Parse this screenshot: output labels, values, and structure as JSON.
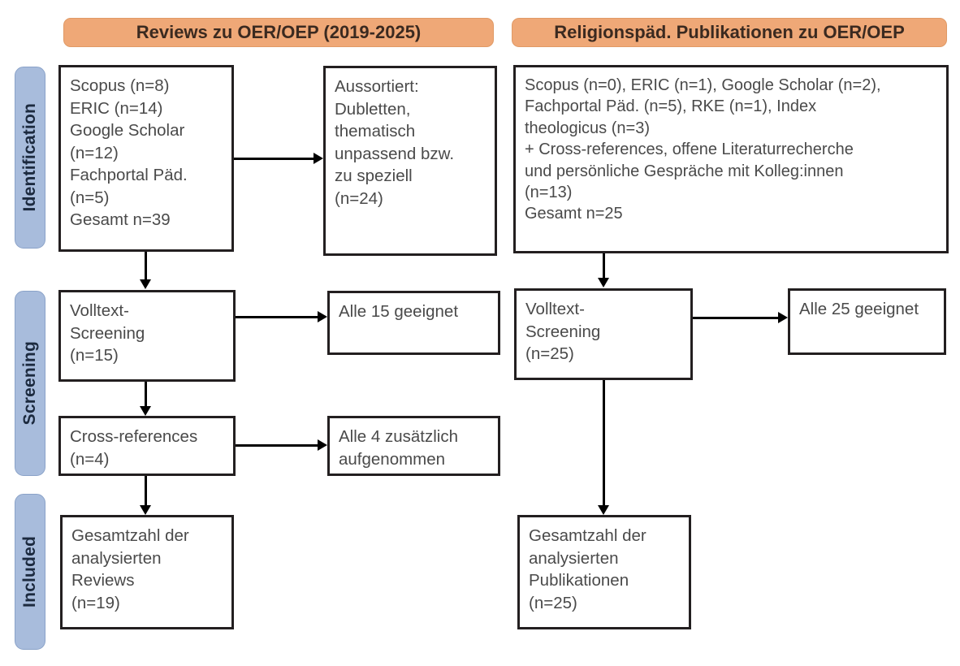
{
  "diagram": {
    "type": "prisma-flow-diagram",
    "columns": [
      {
        "id": "left",
        "header": "Reviews zu OER/OEP (2019-2025)"
      },
      {
        "id": "right",
        "header": "Religionspäd. Publikationen zu OER/OEP"
      }
    ],
    "stages": [
      {
        "id": "identification",
        "label": "Identification"
      },
      {
        "id": "screening",
        "label": "Screening"
      },
      {
        "id": "included",
        "label": "Included"
      }
    ],
    "colors": {
      "header_fill": "#efa877",
      "header_border": "#e09a66",
      "stage_fill": "#a8bcdc",
      "stage_border": "#8aa2c8",
      "box_border": "#231f20",
      "box_fill": "#ffffff",
      "text": "#4a4a4a",
      "connector": "#000000"
    },
    "boxes": {
      "left_identification_sources": "Scopus (n=8)\nERIC (n=14)\nGoogle Scholar\n(n=12)\nFachportal Päd.\n(n=5)\nGesamt n=39",
      "left_excluded": "Aussortiert:\nDubletten,\nthematisch\nunpassend bzw.\nzu speziell\n(n=24)",
      "left_fulltext_screening": "Volltext-\nScreening\n(n=15)",
      "left_fulltext_result": "Alle 15 geeignet",
      "left_cross_references": "Cross-references\n(n=4)",
      "left_cross_references_result": "Alle 4 zusätzlich\naufgenommen",
      "left_included_total": "Gesamtzahl der\nanalysierten\nReviews\n(n=19)",
      "right_identification_sources": "Scopus (n=0), ERIC (n=1), Google Scholar (n=2),\nFachportal Päd. (n=5), RKE (n=1), Index\ntheologicus (n=3)\n+ Cross-references, offene Literaturrecherche\nund persönliche Gespräche mit Kolleg:innen\n(n=13)\nGesamt n=25",
      "right_fulltext_screening": "Volltext-\nScreening\n(n=25)",
      "right_fulltext_result": "Alle 25 geeignet",
      "right_included_total": "Gesamtzahl der\nanalysierten\nPublikationen\n(n=25)"
    },
    "counts": {
      "left_scopus": 8,
      "left_eric": 14,
      "left_google_scholar": 12,
      "left_fachportal": 5,
      "left_gesamt": 39,
      "left_excluded": 24,
      "left_fulltext_screened": 15,
      "left_fulltext_suitable": 15,
      "left_cross_references": 4,
      "left_cross_references_added": 4,
      "left_included": 19,
      "right_scopus": 0,
      "right_eric": 1,
      "right_google_scholar": 2,
      "right_fachportal": 5,
      "right_rke": 1,
      "right_index_theologicus": 3,
      "right_additional": 13,
      "right_gesamt": 25,
      "right_fulltext_screened": 25,
      "right_fulltext_suitable": 25,
      "right_included": 25
    }
  }
}
